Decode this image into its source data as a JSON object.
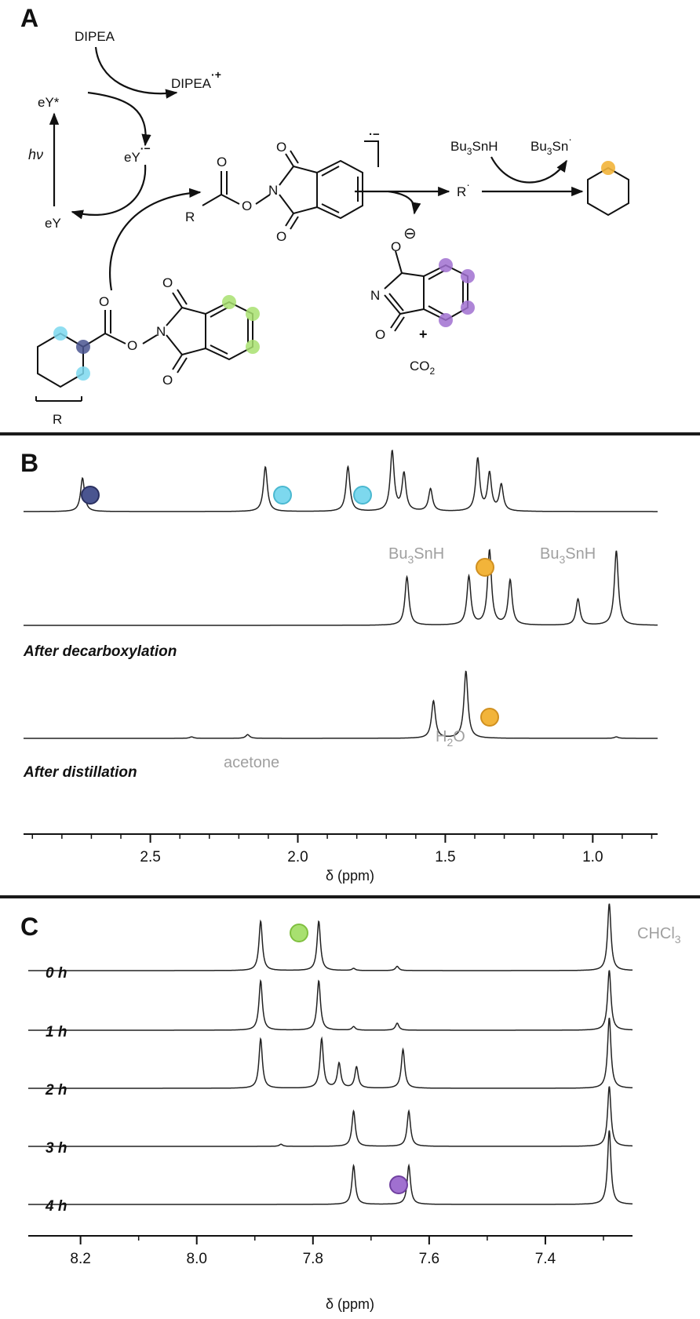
{
  "panel_labels": {
    "a": "A",
    "b": "B",
    "c": "C"
  },
  "scheme": {
    "dipea": "DIPEA",
    "dipea_radical_cation": "DIPEA",
    "dipea_rc_sup": "·+",
    "ey_star": "eY*",
    "ey_radical_anion": "eY",
    "ey_ra_sup": "·−",
    "ey": "eY",
    "hv": "hν",
    "r": "R",
    "r_radical": "R",
    "r_radical_sup": "·",
    "o": "O",
    "n": "N",
    "bu3snh_base": "Bu",
    "bu3snh_sub": "3",
    "bu3snh_rest": "SnH",
    "bu3sn_base": "Bu",
    "bu3sn_sub": "3",
    "bu3sn_rest": "Sn",
    "bu3sn_sup": "·",
    "plus": "+",
    "co2_base": "CO",
    "co2_sub": "2",
    "anion_charge": "⊖",
    "bracket_charge": "·−"
  },
  "panel_b": {
    "label_decarboxylation": "After decarboxylation",
    "label_distillation": "After distillation",
    "bu3snh_left_base": "Bu",
    "bu3snh_left_sub": "3",
    "bu3snh_left_rest": "SnH",
    "bu3snh_right_base": "Bu",
    "bu3snh_right_sub": "3",
    "bu3snh_right_rest": "SnH",
    "h2o_base": "H",
    "h2o_sub": "2",
    "h2o_rest": "O",
    "acetone": "acetone",
    "axis_label": "δ (ppm)",
    "ticks": [
      "2.5",
      "2.0",
      "1.5",
      "1.0"
    ],
    "xlim": [
      2.93,
      0.78
    ]
  },
  "panel_c": {
    "time_labels": [
      "0 h",
      "1 h",
      "2 h",
      "3 h",
      "4 h"
    ],
    "chcl3_base": "CHCl",
    "chcl3_sub": "3",
    "axis_label": "δ (ppm)",
    "ticks": [
      "8.2",
      "8.0",
      "7.8",
      "7.6",
      "7.4"
    ],
    "xlim": [
      8.29,
      7.25
    ]
  },
  "colors": {
    "text": "#111111",
    "grey_label": "#a0a0a0",
    "trace": "#222222",
    "divider": "#1a1a1a",
    "marker_navy": "#4a5590",
    "marker_cyan": "#7dd8ee",
    "marker_orange": "#f2b43a",
    "marker_green": "#a8e070",
    "marker_purple": "#a070d0"
  },
  "chart_data": [
    {
      "type": "line",
      "title": "",
      "xlabel": "δ (ppm)",
      "ylabel": "",
      "xlim": [
        2.93,
        0.78
      ],
      "x_reversed": true,
      "grid": false,
      "series": [
        {
          "peaks": [
            {
              "x": 2.73,
              "h": 0.45
            },
            {
              "x": 2.11,
              "h": 0.6
            },
            {
              "x": 1.83,
              "h": 0.6
            },
            {
              "x": 1.68,
              "h": 0.8
            },
            {
              "x": 1.64,
              "h": 0.5
            },
            {
              "x": 1.55,
              "h": 0.3
            },
            {
              "x": 1.39,
              "h": 0.7
            },
            {
              "x": 1.35,
              "h": 0.5
            },
            {
              "x": 1.31,
              "h": 0.35
            }
          ]
        },
        {
          "label": "After decarboxylation",
          "peaks": [
            {
              "x": 1.63,
              "h": 0.65
            },
            {
              "x": 1.42,
              "h": 0.65
            },
            {
              "x": 1.35,
              "h": 1.0
            },
            {
              "x": 1.28,
              "h": 0.6
            },
            {
              "x": 1.05,
              "h": 0.35
            },
            {
              "x": 0.92,
              "h": 1.0
            }
          ]
        },
        {
          "label": "After distillation",
          "peaks": [
            {
              "x": 2.36,
              "h": 0.02
            },
            {
              "x": 2.17,
              "h": 0.05
            },
            {
              "x": 1.54,
              "h": 0.5
            },
            {
              "x": 1.43,
              "h": 0.9
            },
            {
              "x": 0.92,
              "h": 0.02
            }
          ]
        }
      ],
      "annotations": [
        {
          "text": "Bu₃SnH",
          "x": 1.63
        },
        {
          "text": "Bu₃SnH",
          "x": 1.22
        },
        {
          "text": "H₂O",
          "x": 1.54
        },
        {
          "text": "acetone",
          "x": 2.17
        }
      ]
    },
    {
      "type": "line",
      "title": "",
      "xlabel": "δ (ppm)",
      "ylabel": "",
      "xlim": [
        8.29,
        7.25
      ],
      "x_reversed": true,
      "grid": false,
      "series": [
        {
          "label": "0 h",
          "peaks": [
            {
              "x": 7.89,
              "h": 0.7
            },
            {
              "x": 7.79,
              "h": 0.7
            },
            {
              "x": 7.655,
              "h": 0.06
            },
            {
              "x": 7.73,
              "h": 0.03
            },
            {
              "x": 7.29,
              "h": 0.95
            }
          ]
        },
        {
          "label": "1 h",
          "peaks": [
            {
              "x": 7.89,
              "h": 0.7
            },
            {
              "x": 7.79,
              "h": 0.7
            },
            {
              "x": 7.73,
              "h": 0.05
            },
            {
              "x": 7.655,
              "h": 0.1
            },
            {
              "x": 7.29,
              "h": 0.85
            }
          ]
        },
        {
          "label": "2 h",
          "peaks": [
            {
              "x": 7.89,
              "h": 0.7
            },
            {
              "x": 7.785,
              "h": 0.7
            },
            {
              "x": 7.755,
              "h": 0.35
            },
            {
              "x": 7.725,
              "h": 0.3
            },
            {
              "x": 7.645,
              "h": 0.55
            },
            {
              "x": 7.29,
              "h": 1.0
            }
          ]
        },
        {
          "label": "3 h",
          "peaks": [
            {
              "x": 7.855,
              "h": 0.03
            },
            {
              "x": 7.73,
              "h": 0.5
            },
            {
              "x": 7.635,
              "h": 0.5
            },
            {
              "x": 7.29,
              "h": 0.85
            }
          ]
        },
        {
          "label": "4 h",
          "peaks": [
            {
              "x": 7.73,
              "h": 0.55
            },
            {
              "x": 7.635,
              "h": 0.55
            },
            {
              "x": 7.29,
              "h": 1.05
            }
          ]
        }
      ],
      "annotations": [
        {
          "text": "CHCl₃",
          "x": 7.29
        }
      ]
    }
  ]
}
